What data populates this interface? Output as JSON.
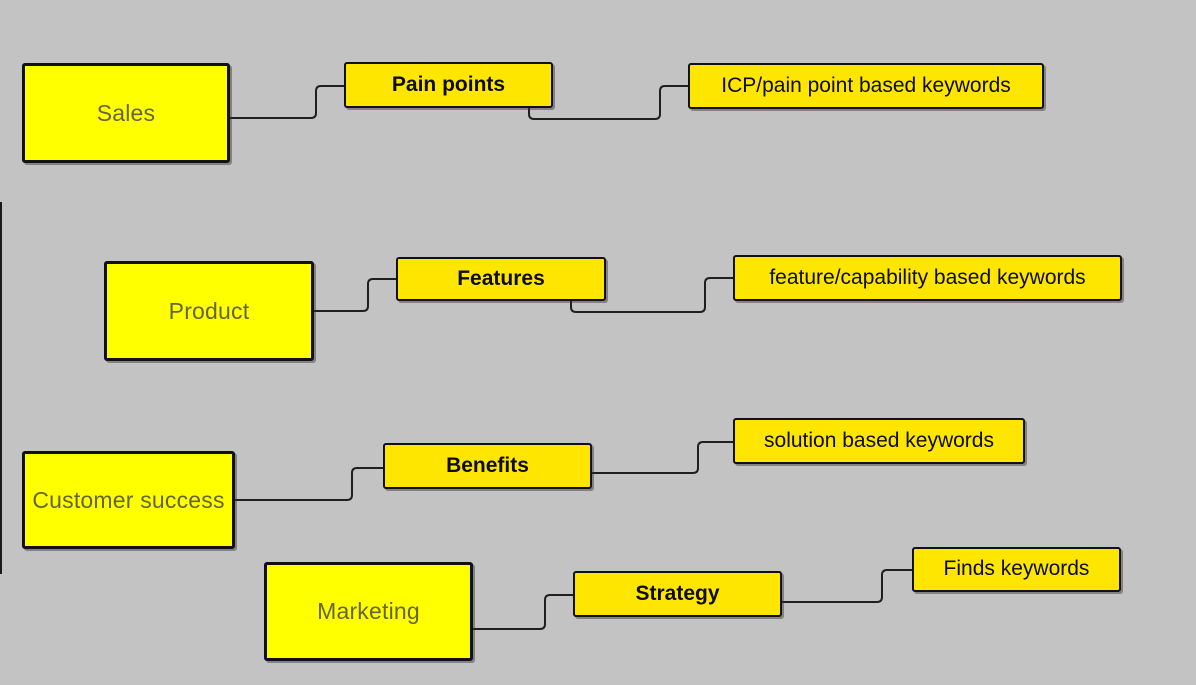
{
  "canvas": {
    "background_color": "#c3c3c3",
    "connector_color": "#1f1f1f"
  },
  "colors": {
    "source_box_fill": "#ffff00",
    "mid_box_fill": "#ffe600",
    "keyword_box_fill": "#ffe600",
    "source_text_color": "#656532",
    "box_text_color": "#0d0d0d",
    "box_border_color": "#111111"
  },
  "rows": [
    {
      "source": {
        "label": "Sales"
      },
      "mid": {
        "label": "Pain points"
      },
      "keyword": {
        "label": "ICP/pain point based keywords"
      }
    },
    {
      "source": {
        "label": "Product"
      },
      "mid": {
        "label": "Features"
      },
      "keyword": {
        "label": "feature/capability based keywords"
      }
    },
    {
      "source": {
        "label": "Customer success"
      },
      "mid": {
        "label": "Benefits"
      },
      "keyword": {
        "label": "solution based keywords"
      }
    },
    {
      "source": {
        "label": "Marketing"
      },
      "mid": {
        "label": "Strategy"
      },
      "keyword": {
        "label": "Finds keywords"
      }
    }
  ]
}
